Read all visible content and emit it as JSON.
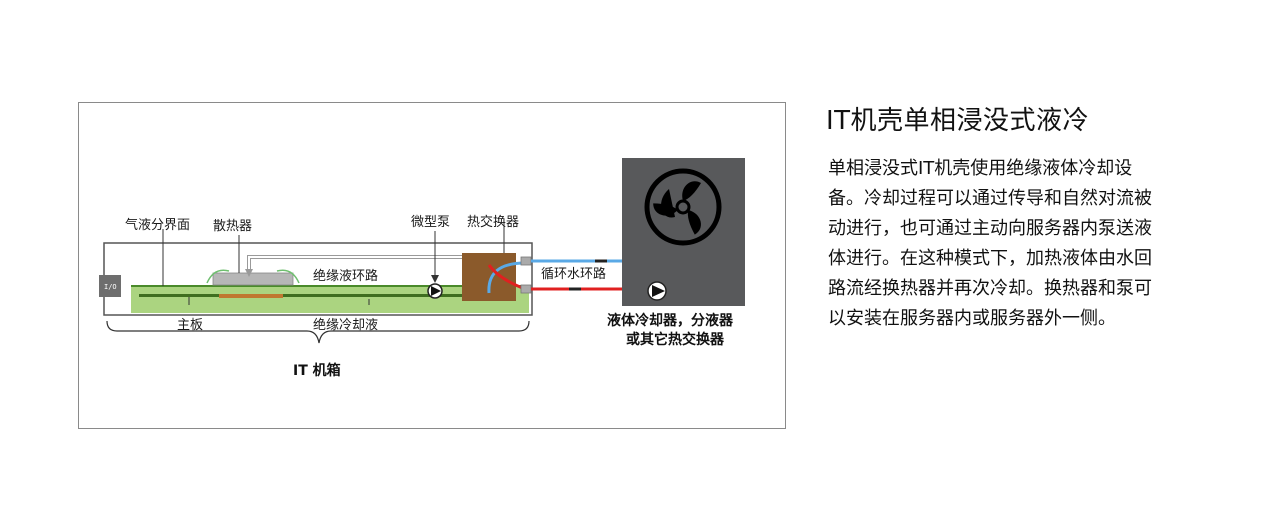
{
  "diagram": {
    "labels": {
      "gas_liquid_interface": "气液分界面",
      "heat_sink": "散热器",
      "micro_pump": "微型泵",
      "heat_exchanger": "热交换器",
      "insulating_liquid_loop": "绝缘液环路",
      "water_loop": "循环水环路",
      "motherboard": "主板",
      "insulating_coolant": "绝缘冷却液",
      "io_port": "I/O",
      "it_chassis": "IT 机箱",
      "cooler_line1": "液体冷却器，分液器",
      "cooler_line2": "或其它热交换器"
    },
    "colors": {
      "liquid": "#9ccc6a",
      "liquid_dark": "#4a8a2a",
      "cooler_box": "#58595b",
      "heat_exchanger": "#8b5a2b",
      "cold_pipe": "#5aa9e6",
      "hot_pipe": "#e02020"
    },
    "icons": [
      "fan-icon",
      "pump-icon"
    ]
  },
  "side": {
    "title": "IT机壳单相浸没式液冷",
    "description": "单相浸没式IT机壳使用绝缘液体冷却设备。冷却过程可以通过传导和自然对流被动进行，也可通过主动向服务器内泵送液体进行。在这种模式下，加热液体由水回路流经换热器并再次冷却。换热器和泵可以安装在服务器内或服务器外一侧。"
  }
}
